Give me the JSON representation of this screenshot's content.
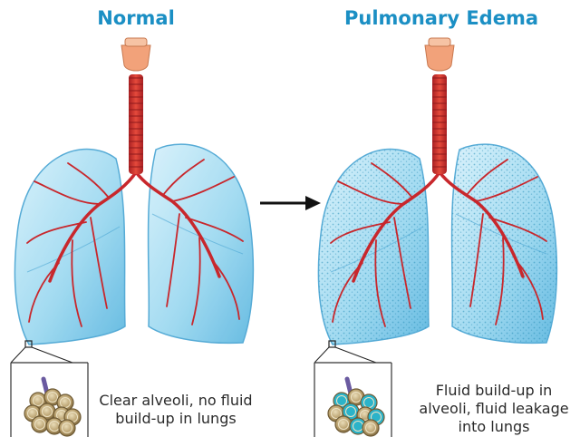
{
  "colors": {
    "title": "#1b8fc4",
    "trachea": "#d8382f",
    "larynx": "#f2a27a",
    "lung_fill": "#8fd3ee",
    "lung_edge": "#4da7d4",
    "vessel": "#c8272c",
    "fluid": "#2bb3c9",
    "alveoli": "#a98f5e"
  },
  "panels": {
    "normal": {
      "title": "Normal",
      "caption": "Clear alveoli, no fluid build-up in lungs",
      "state": "clear"
    },
    "edema": {
      "title": "Pulmonary Edema",
      "caption": "Fluid build-up in alveoli, fluid leakage into lungs",
      "state": "fluid"
    }
  },
  "icons": {
    "transition": "arrow-right-icon"
  }
}
